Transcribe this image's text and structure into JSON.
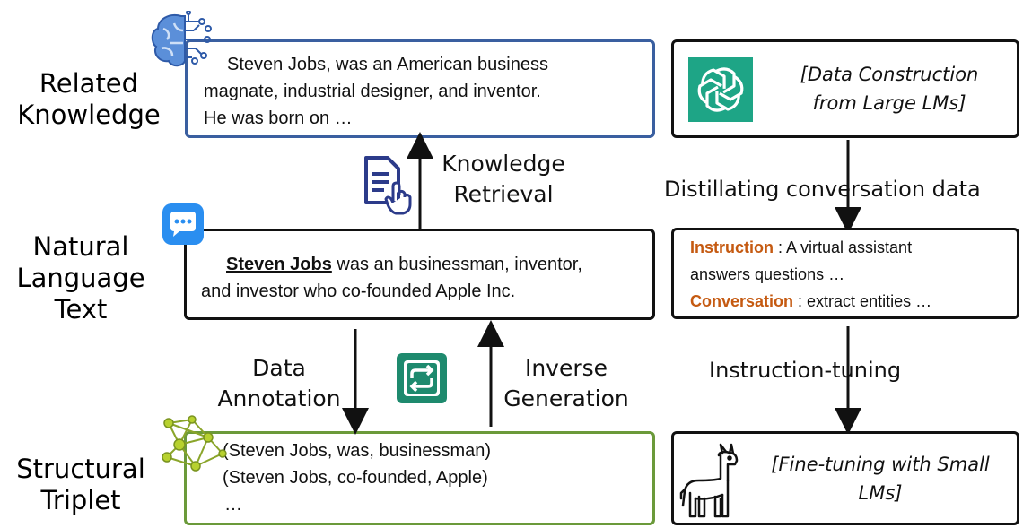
{
  "left": {
    "related_knowledge_label": [
      "Related",
      "Knowledge"
    ],
    "natural_language_label": [
      "Natural",
      "Language",
      "Text"
    ],
    "structural_triplet_label": [
      "Structural",
      "Triplet"
    ],
    "knowledge_box": {
      "lines": [
        "Steven Jobs, was an American business",
        "magnate, industrial designer, and inventor.",
        "He was born on …"
      ]
    },
    "text_box": {
      "entity": "Steven Jobs",
      "line1_rest": " was an businessman, inventor,",
      "line2": "and investor who co-founded Apple Inc."
    },
    "triplet_box": {
      "lines": [
        "(Steven Jobs, was, businessman)",
        "(Steven Jobs, co-founded, Apple)",
        "…"
      ]
    },
    "knowledge_retrieval_label": [
      "Knowledge",
      "Retrieval"
    ],
    "data_annotation_label": [
      "Data",
      "Annotation"
    ],
    "inverse_generation_label": [
      "Inverse",
      "Generation"
    ]
  },
  "right": {
    "data_construction_label": [
      "[Data Construction",
      "from Large LMs]"
    ],
    "distill_label": "Distillating conversation data",
    "instruction_box": {
      "instruction_key": "Instruction",
      "instruction_text": " : A virtual assistant",
      "instruction_text2": "answers questions …",
      "conversation_key": "Conversation",
      "conversation_text": " : extract entities …"
    },
    "instruction_tuning_label": "Instruction-tuning",
    "fine_tuning_label": [
      "[Fine-tuning with Small",
      "LMs]"
    ]
  },
  "icons": [
    "brain-circuit-icon",
    "document-hand-icon",
    "chat-bubble-icon",
    "refresh-icon",
    "network-graph-icon",
    "openai-logo-icon",
    "llama-icon"
  ],
  "colors": {
    "knowledge_border": "#3a5fa0",
    "triplet_border": "#6b9a3a",
    "orange_key": "#c55a11",
    "openai_green": "#1ea586",
    "chat_blue": "#2a8ef0",
    "refresh_teal": "#1e8a6e",
    "doc_navy": "#2c3b8a"
  }
}
